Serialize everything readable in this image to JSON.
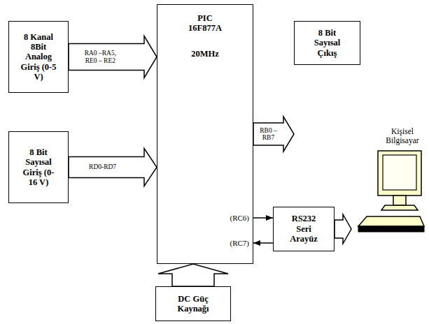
{
  "diagram": {
    "nodes": [
      {
        "text": [
          "8 Kanal 8Bit Analog Giriş (0-5 V)"
        ]
      },
      {
        "text": [
          "PIC 16F877A",
          "20MHz"
        ]
      },
      {
        "text": [
          "8 Bit Sayısal Çıkış"
        ]
      },
      {
        "text": [
          "8 Bit Sayısal Giriş (0-16 V)"
        ]
      },
      {
        "text": [
          "RS232 Seri Arayüz"
        ]
      },
      {
        "text": [
          "Kişisel Bilgisayar"
        ]
      },
      {
        "text": [
          "DC Güç Kaynağı"
        ]
      }
    ],
    "edges": [
      {
        "from": 0,
        "to": 1,
        "label": "RA0 –RA5, RE0 – RE2",
        "arrow": "to"
      },
      {
        "from": 3,
        "to": 1,
        "label": "RD0-RD7",
        "arrow": "to"
      },
      {
        "from": 1,
        "to": 2,
        "label": "RB0 – RB7",
        "arrow": "to"
      },
      {
        "from": 1,
        "to": 4,
        "arrow": "to"
      },
      {
        "from": 4,
        "to": 1,
        "arrow": "to"
      },
      {
        "from": 4,
        "to": 5,
        "arrow": "to"
      },
      {
        "from": 6,
        "to": 1,
        "arrow": "to"
      }
    ],
    "labels": [
      "(RC6)",
      "(RC7)"
    ]
  }
}
